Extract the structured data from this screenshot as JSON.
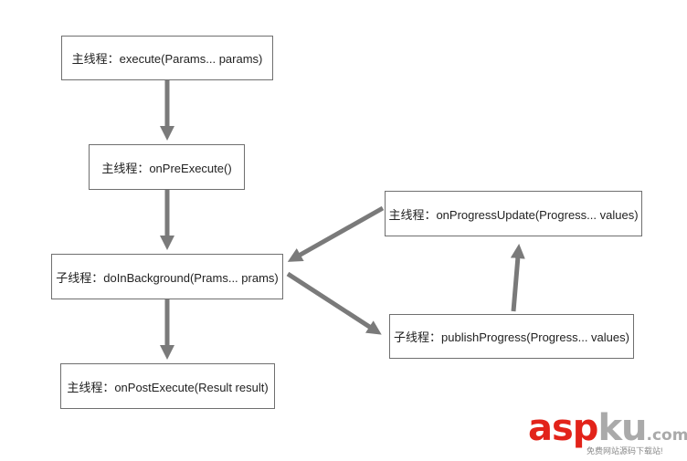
{
  "nodes": {
    "execute": "主线程：execute(Params... params)",
    "pre_execute": "主线程：onPreExecute()",
    "do_in_background": "子线程：doInBackground(Prams... prams)",
    "post_execute": "主线程：onPostExecute(Result result)",
    "progress_update": "主线程：onProgressUpdate(Progress... values)",
    "publish_progress": "子线程：publishProgress(Progress... values)"
  },
  "colors": {
    "arrow": "#7a7a7a",
    "border": "#6f6f6f",
    "watermark_red": "#e2231a",
    "watermark_grey": "#aaaaaa"
  },
  "watermark": {
    "part1": "asp",
    "part2": "ku",
    "part3": ".com",
    "tagline": "免费网站源码下载站!"
  }
}
